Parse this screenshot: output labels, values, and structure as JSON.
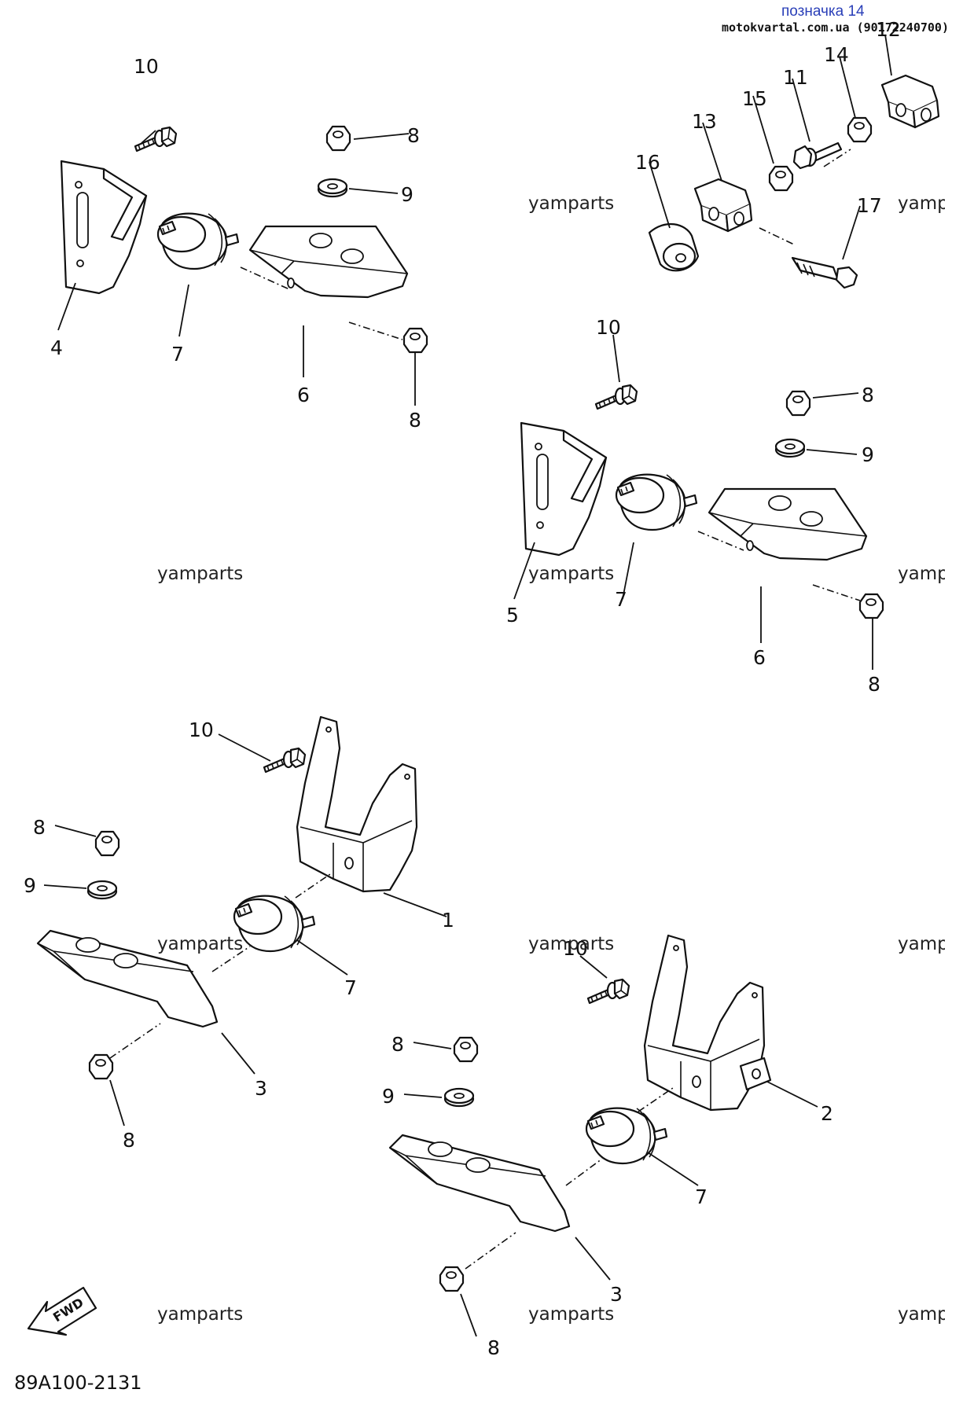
{
  "header": {
    "label": "позначка 14",
    "site": "motokvartal.com.ua (90172240700)"
  },
  "watermark": "yamparts",
  "fwd_label": "FWD",
  "diagram_code": "89A100-2131",
  "callouts": [
    {
      "id": "c10a",
      "text": "10"
    },
    {
      "id": "c8a",
      "text": "8"
    },
    {
      "id": "c9a",
      "text": "9"
    },
    {
      "id": "c4",
      "text": "4"
    },
    {
      "id": "c7a",
      "text": "7"
    },
    {
      "id": "c6a",
      "text": "6"
    },
    {
      "id": "c8b",
      "text": "8"
    },
    {
      "id": "c12",
      "text": "12"
    },
    {
      "id": "c14",
      "text": "14"
    },
    {
      "id": "c11",
      "text": "11"
    },
    {
      "id": "c15",
      "text": "15"
    },
    {
      "id": "c13",
      "text": "13"
    },
    {
      "id": "c16",
      "text": "16"
    },
    {
      "id": "c17",
      "text": "17"
    },
    {
      "id": "c10b",
      "text": "10"
    },
    {
      "id": "c8c",
      "text": "8"
    },
    {
      "id": "c9b",
      "text": "9"
    },
    {
      "id": "c5",
      "text": "5"
    },
    {
      "id": "c7b",
      "text": "7"
    },
    {
      "id": "c6b",
      "text": "6"
    },
    {
      "id": "c8d",
      "text": "8"
    },
    {
      "id": "c10c",
      "text": "10"
    },
    {
      "id": "c8e",
      "text": "8"
    },
    {
      "id": "c9c",
      "text": "9"
    },
    {
      "id": "c1",
      "text": "1"
    },
    {
      "id": "c7c",
      "text": "7"
    },
    {
      "id": "c3a",
      "text": "3"
    },
    {
      "id": "c8f",
      "text": "8"
    },
    {
      "id": "c10d",
      "text": "10"
    },
    {
      "id": "c8g",
      "text": "8"
    },
    {
      "id": "c9d",
      "text": "9"
    },
    {
      "id": "c2",
      "text": "2"
    },
    {
      "id": "c7d",
      "text": "7"
    },
    {
      "id": "c3b",
      "text": "3"
    },
    {
      "id": "c8h",
      "text": "8"
    }
  ]
}
